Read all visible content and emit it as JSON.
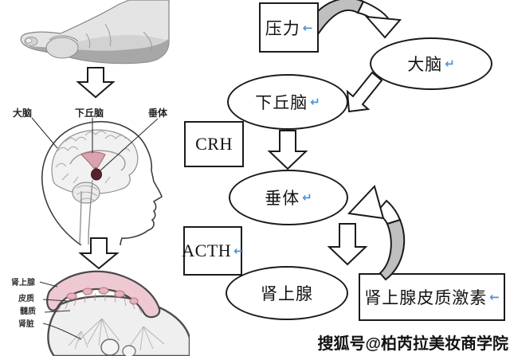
{
  "palette": {
    "mark_blue": "#4f93d6",
    "arrow_gray": "#bfbfbf",
    "node_border": "#1b1b1b",
    "adrenal_pink": "#eec9d2"
  },
  "left_panel": {
    "brain_figure_labels": {
      "cerebrum": "大脑",
      "hypothalamus": "下丘脑",
      "pituitary": "垂体"
    },
    "kidney_figure_labels": {
      "adrenal": "肾上腺",
      "cortex": "皮质",
      "medulla": "髓质",
      "kidney": "肾脏"
    }
  },
  "flowchart": {
    "nodes": {
      "stress": {
        "label": "压力",
        "mark": "←"
      },
      "brain": {
        "label": "大脑",
        "mark": "↵"
      },
      "hypothalamus": {
        "label": "下丘脑",
        "mark": "↵"
      },
      "crh": {
        "label": "CRH"
      },
      "pituitary": {
        "label": "垂体",
        "mark": "↵"
      },
      "acth": {
        "label": "ACTH",
        "mark": "←"
      },
      "adrenal": {
        "label": "肾上腺"
      },
      "cortisol": {
        "label": "肾上腺皮质激素",
        "mark": "←"
      }
    }
  },
  "watermark": {
    "text": "搜狐号@柏芮拉美妆商学院"
  }
}
